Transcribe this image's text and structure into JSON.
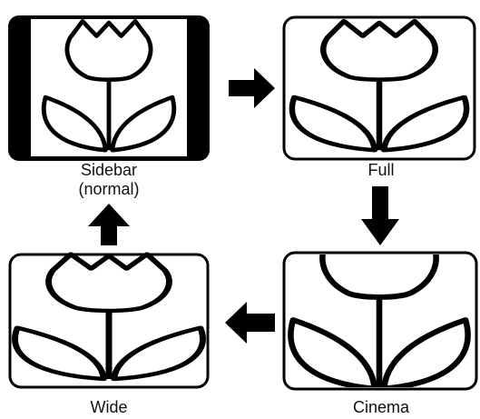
{
  "panels": {
    "sidebar": {
      "label_line1": "Sidebar",
      "label_line2": "(normal)"
    },
    "full": {
      "label": "Full"
    },
    "cinema": {
      "label": "Cinema"
    },
    "wide": {
      "label": "Wide"
    }
  },
  "icons": {
    "panel_content": "tulip-icon",
    "transition": "arrow-icon"
  },
  "colors": {
    "outline": "#000000",
    "bars": "#000000",
    "fill": "#ffffff"
  }
}
